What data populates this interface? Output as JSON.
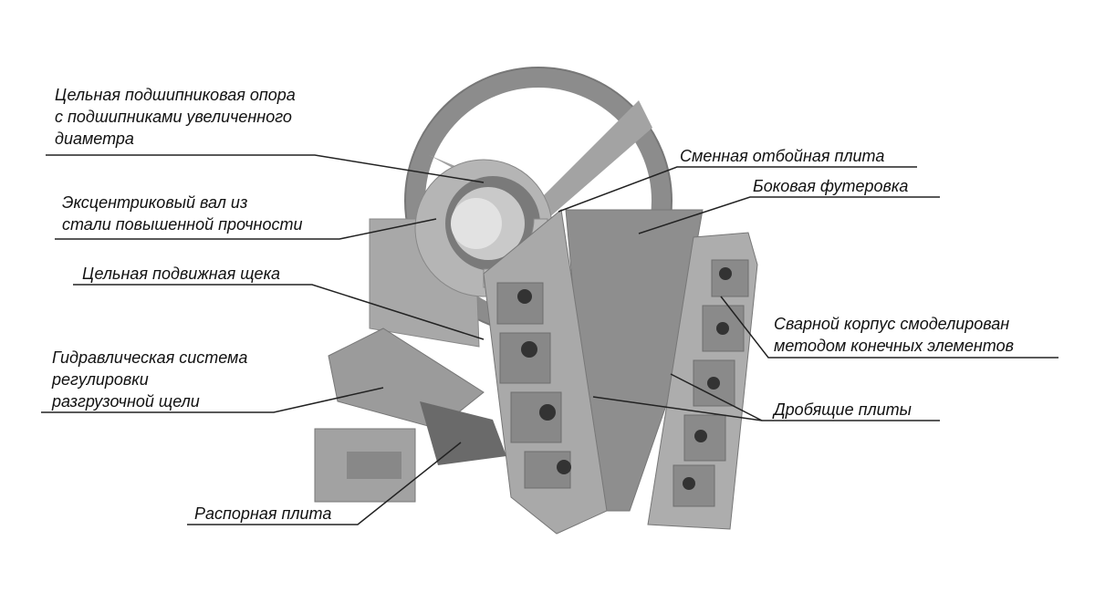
{
  "labels": {
    "bearing_support": [
      "Цельная подшипниковая опора",
      "с подшипниками увеличенного",
      "диаметра"
    ],
    "eccentric_shaft": [
      "Эксцентриковый вал из",
      "стали повышенной прочности"
    ],
    "movable_jaw": [
      "Цельная подвижная щека"
    ],
    "hydraulic_system": [
      "Гидравлическая система",
      "регулировки",
      "разгрузочной щели"
    ],
    "toggle_plate": [
      "Распорная плита"
    ],
    "replaceable_plate": [
      "Сменная отбойная плита"
    ],
    "side_lining": [
      "Боковая футеровка"
    ],
    "welded_body": [
      "Сварной корпус смоделирован",
      "методом конечных элементов"
    ],
    "crushing_plates": [
      "Дробящие плиты"
    ]
  },
  "colors": {
    "machine": "#9a9a9a",
    "machine_light": "#c4c4c4",
    "machine_dark": "#6e6e6e",
    "text": "#111111",
    "line": "#222222"
  }
}
